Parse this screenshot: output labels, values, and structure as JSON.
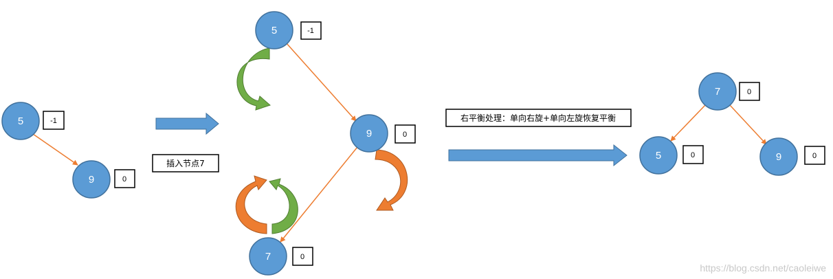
{
  "diagram": {
    "stage1": {
      "root": {
        "value": "5",
        "bf": "-1"
      },
      "child": {
        "value": "9",
        "bf": "0"
      }
    },
    "insert_label": "插入节点7",
    "stage2": {
      "root": {
        "value": "5",
        "bf": "-1"
      },
      "mid": {
        "value": "9",
        "bf": "0"
      },
      "leaf": {
        "value": "7",
        "bf": "0"
      }
    },
    "rebalance_label": "右平衡处理：单向右旋+单向左旋恢复平衡",
    "stage3": {
      "root": {
        "value": "7",
        "bf": "0"
      },
      "left": {
        "value": "5",
        "bf": "0"
      },
      "right": {
        "value": "9",
        "bf": "0"
      }
    }
  },
  "colors": {
    "node_fill": "#5b9bd5",
    "node_stroke": "#41719c",
    "edge": "#ed7d31",
    "arrow_blue": "#5b9bd5",
    "curve_green": "#70ad47",
    "curve_orange": "#ed7d31"
  },
  "watermark": "https://blog.csdn.net/caoleiwe"
}
